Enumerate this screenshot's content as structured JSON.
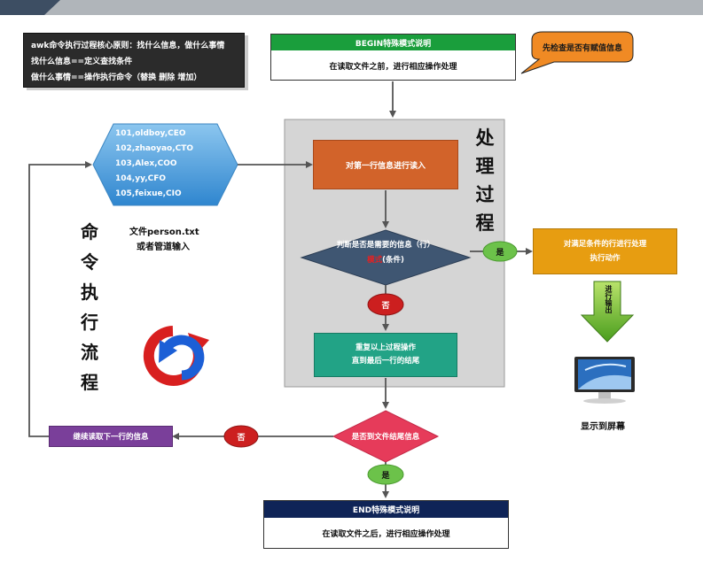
{
  "principle": {
    "lines": [
      "awk命令执行过程核心原则：找什么信息，做什么事情",
      "找什么信息==定义查找条件",
      "做什么事情==操作执行命令（替换 删除 增加）"
    ]
  },
  "begin": {
    "title": "BEGIN特殊模式说明",
    "desc": "在读取文件之前，进行相应操作处理",
    "bubble": "先检查是否有赋值信息"
  },
  "input": {
    "records": [
      "101,oldboy,CEO",
      "102,zhaoyao,CTO",
      "103,Alex,COO",
      "104,yy,CFO",
      "105,feixue,CIO"
    ],
    "caption_1": "文件person.txt",
    "caption_2": "或者管道输入"
  },
  "process": {
    "title_chars": [
      "处",
      "理",
      "过",
      "程"
    ],
    "read_first_line": "对第一行信息进行读入",
    "judge_prefix": "判断是否是需要的信息（行）",
    "judge_red": "模式",
    "judge_suffix": "(条件)",
    "repeat_1": "重复以上过程操作",
    "repeat_2": "直到最后一行的结尾"
  },
  "flow_title_chars": [
    "命",
    "令",
    "执",
    "行",
    "流",
    "程"
  ],
  "yes_label": "是",
  "no_label": "否",
  "action": {
    "line_1": "对满足条件的行进行处理",
    "line_2": "执行动作",
    "arrow_label": "进行输出"
  },
  "display_caption": "显示到屏幕",
  "end_check": "是否到文件结尾信息",
  "continue_read": "继续读取下一行的信息",
  "end": {
    "title": "END特殊模式说明",
    "desc": "在读取文件之后，进行相应操作处理"
  },
  "colors": {
    "begin_header": "#1a9e3c",
    "end_header": "#0f2457",
    "bubble": "#f08a24",
    "read_box": "#d2632a",
    "judge": "#3f5672",
    "repeat_box": "#22a386",
    "action_box": "#e79d11",
    "end_check": "#e63b5a",
    "continue_box": "#7a3f9a",
    "yes": "#6cc24a",
    "no": "#cc1f1f",
    "hexagon": "#4fa3de",
    "process_panel": "#d5d5d5",
    "principle_box": "#2b2b2b"
  }
}
